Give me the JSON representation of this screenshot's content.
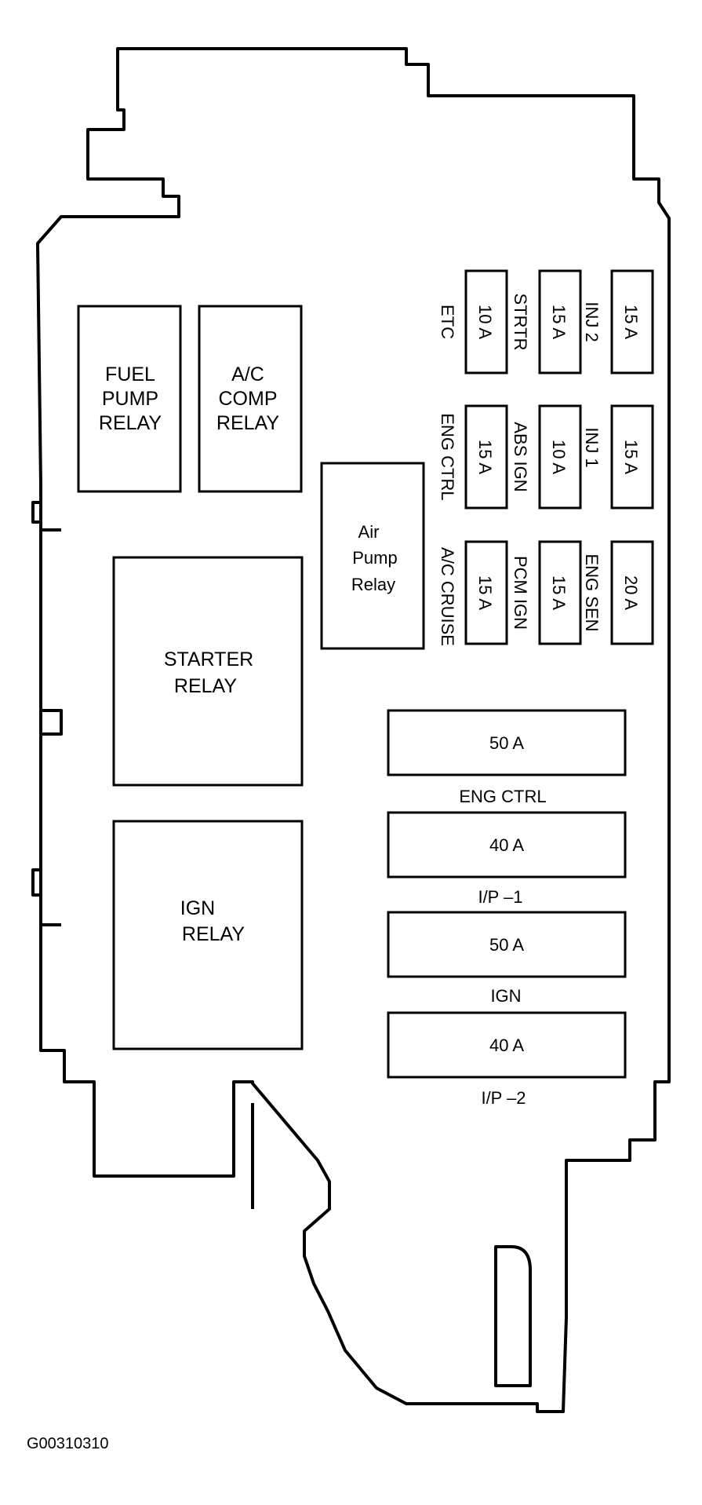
{
  "relays": {
    "fuel_pump": [
      "FUEL",
      "PUMP",
      "RELAY"
    ],
    "ac_comp": [
      "A/C",
      "COMP",
      "RELAY"
    ],
    "air_pump": [
      "Air",
      "Pump",
      "Relay"
    ],
    "starter": [
      "STARTER",
      "RELAY"
    ],
    "ign": [
      "IGN",
      "RELAY"
    ]
  },
  "mini_fuses": {
    "row1": [
      {
        "rating": "15 A",
        "name": "INJ 2"
      },
      {
        "rating": "15 A",
        "name": "STRTR"
      },
      {
        "rating": "10 A",
        "name": "ETC"
      }
    ],
    "row2": [
      {
        "rating": "15 A",
        "name": "INJ 1"
      },
      {
        "rating": "10 A",
        "name": "ABS IGN"
      },
      {
        "rating": "15 A",
        "name": "ENG CTRL"
      }
    ],
    "row3": [
      {
        "rating": "20 A",
        "name": "ENG SEN"
      },
      {
        "rating": "15 A",
        "name": "PCM IGN"
      },
      {
        "rating": "15 A",
        "name": "A/C CRUISE"
      }
    ]
  },
  "maxi_fuses": [
    {
      "rating": "50 A",
      "name": "ENG CTRL"
    },
    {
      "rating": "40 A",
      "name": "I/P –1"
    },
    {
      "rating": "50 A",
      "name": "IGN"
    },
    {
      "rating": "40 A",
      "name": "I/P –2"
    }
  ],
  "figure_code": "G00310310"
}
